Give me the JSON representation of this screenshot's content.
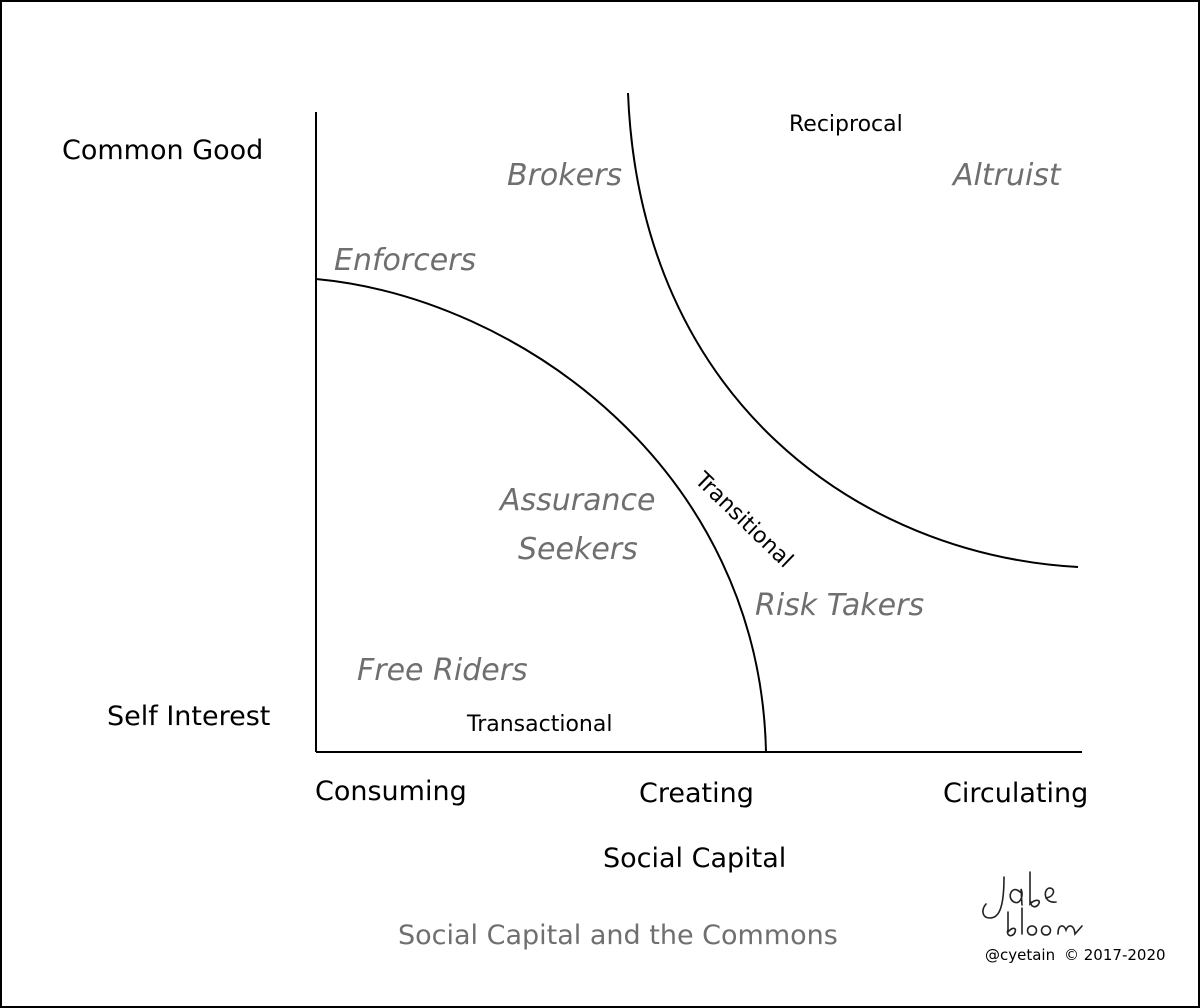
{
  "axes": {
    "y_top": "Common Good",
    "y_bottom": "Self Interest",
    "x_left": "Consuming",
    "x_middle": "Creating",
    "x_right": "Circulating",
    "x_title": "Social Capital"
  },
  "segments": {
    "brokers": "Brokers",
    "altruist": "Altruist",
    "enforcers": "Enforcers",
    "assurance_seekers_line1": "Assurance",
    "assurance_seekers_line2": "Seekers",
    "risk_takers": "Risk Takers",
    "free_riders": "Free Riders"
  },
  "zones": {
    "reciprocal": "Reciprocal",
    "transitional": "Transitional",
    "transactional": "Transactional"
  },
  "footer": {
    "title": "Social Capital and the Commons",
    "handle": "@cyetain",
    "copyright": "© 2017-2020",
    "signature": "Jabe bloom"
  },
  "colors": {
    "segment_text": "#6f6f6f",
    "lines": "#000000",
    "border": "#000000"
  }
}
